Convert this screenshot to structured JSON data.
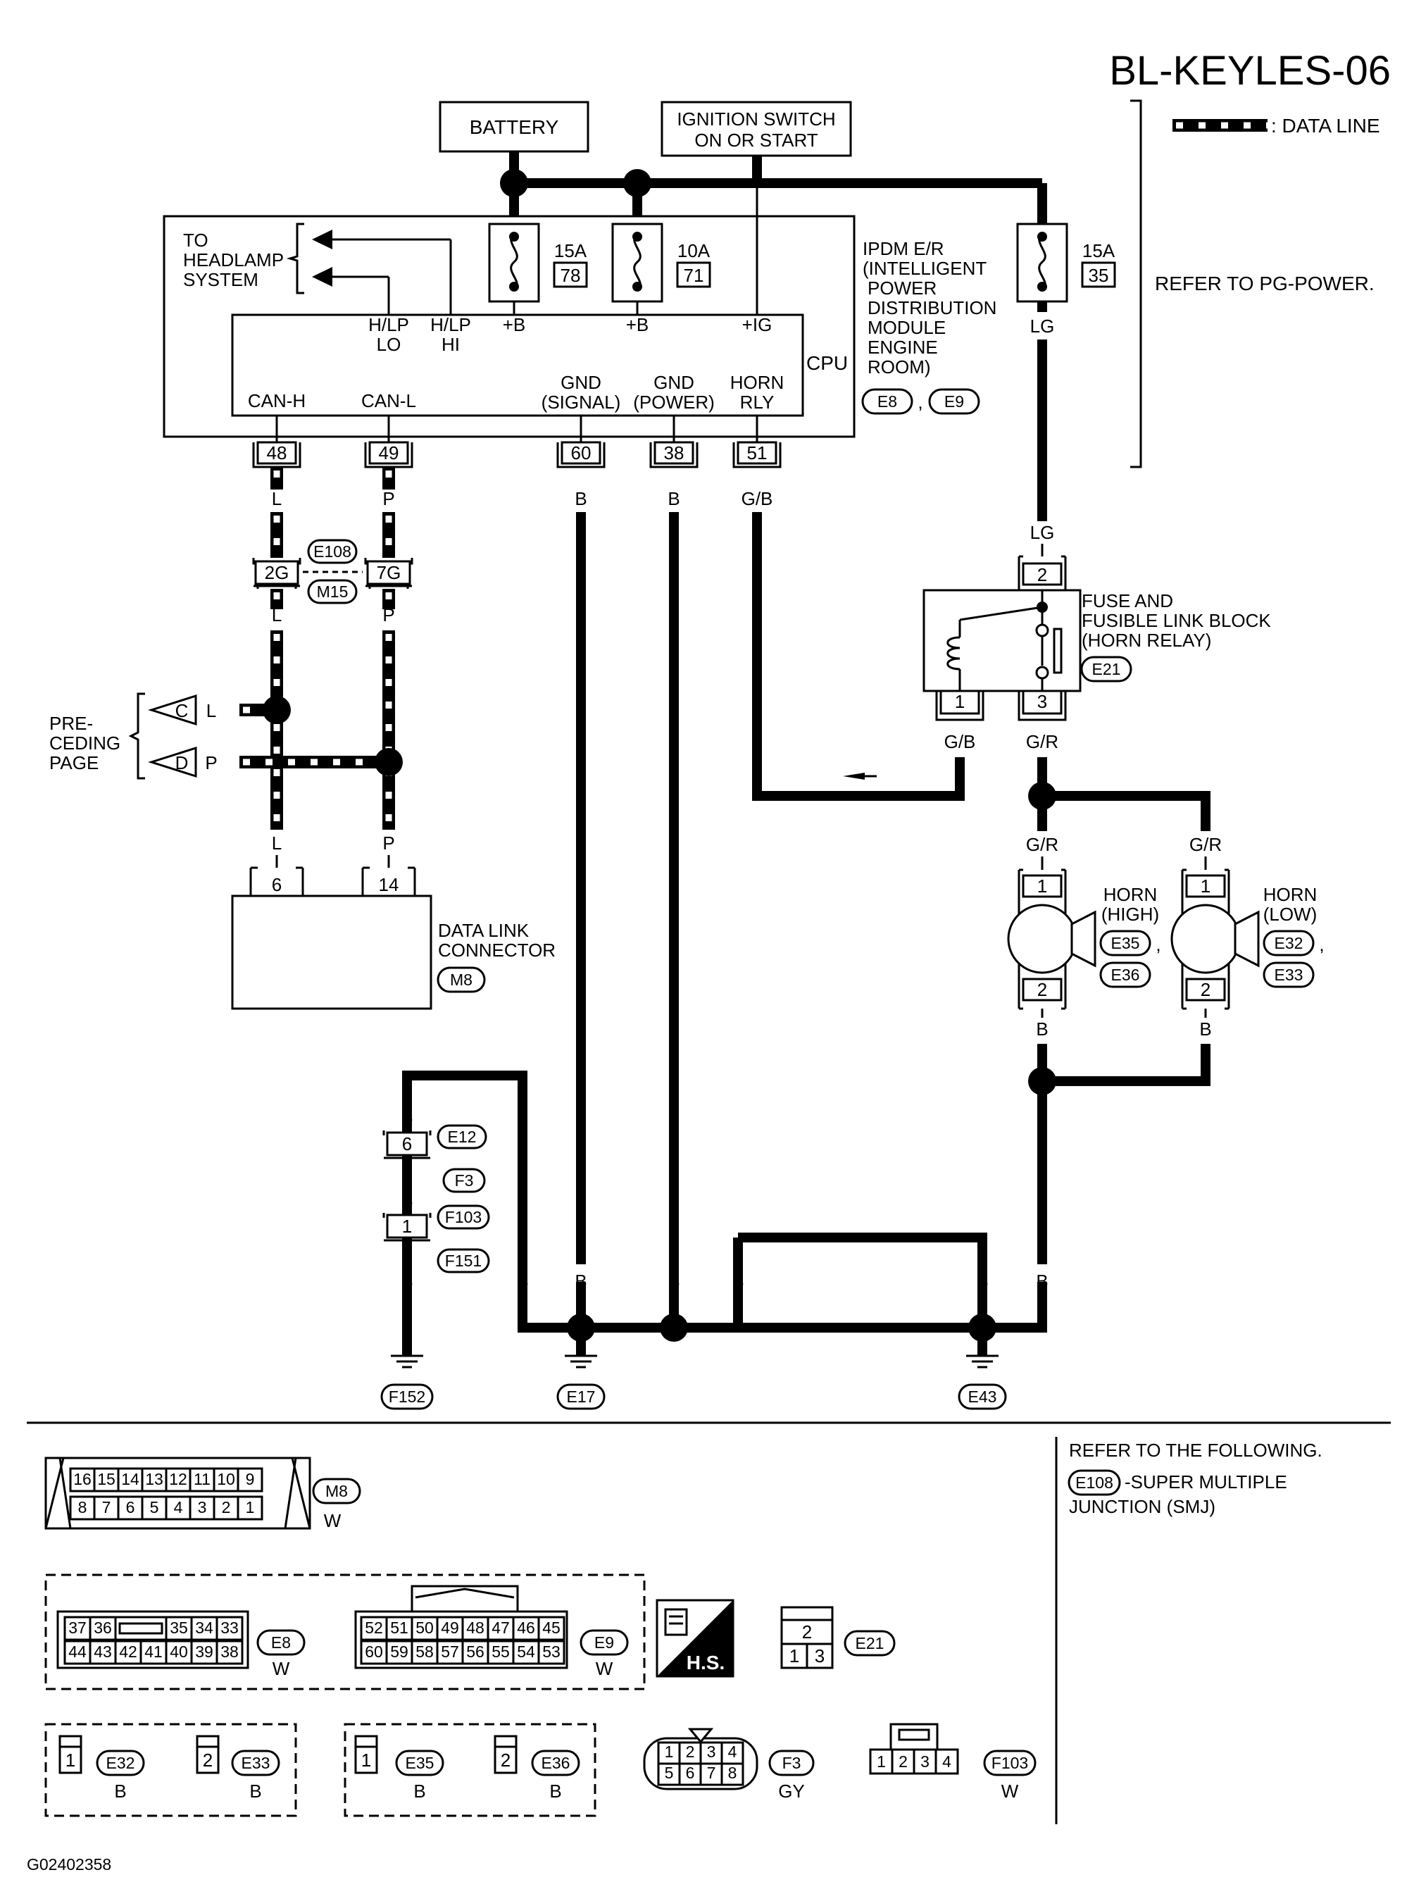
{
  "diagram_title": "BL-KEYLES-06",
  "legend": {
    "data_line": ": DATA LINE"
  },
  "refer_power": "REFER TO PG-POWER.",
  "blocks": {
    "battery": "BATTERY",
    "ignition_1": "IGNITION SWITCH",
    "ignition_2": "ON OR START",
    "headlamp_1": "TO",
    "headlamp_2": "HEADLAMP",
    "headlamp_3": "SYSTEM",
    "ipdm_1": "IPDM E/R",
    "ipdm_2": "(INTELLIGENT",
    "ipdm_3": "POWER",
    "ipdm_4": "DISTRIBUTION",
    "ipdm_5": "MODULE",
    "ipdm_6": "ENGINE",
    "ipdm_7": "ROOM)",
    "cpu": "CPU",
    "fuse_block_1": "FUSE AND",
    "fuse_block_2": "FUSIBLE LINK BLOCK",
    "fuse_block_3": "(HORN RELAY)",
    "dlc_1": "DATA LINK",
    "dlc_2": "CONNECTOR",
    "preceding_1": "PRE-",
    "preceding_2": "CEDING",
    "preceding_3": "PAGE",
    "horn_high_1": "HORN",
    "horn_high_2": "(HIGH)",
    "horn_low_1": "HORN",
    "horn_low_2": "(LOW)"
  },
  "fuses": {
    "f1_amp": "15A",
    "f1_num": "78",
    "f2_amp": "10A",
    "f2_num": "71",
    "f3_amp": "15A",
    "f3_num": "35"
  },
  "cpu_pins": {
    "hlp_lo_1": "H/LP",
    "hlp_lo_2": "LO",
    "hlp_hi_1": "H/LP",
    "hlp_hi_2": "HI",
    "b1": "+B",
    "b2": "+B",
    "ig": "+IG",
    "can_h": "CAN-H",
    "can_l": "CAN-L",
    "gnd_sig_1": "GND",
    "gnd_sig_2": "(SIGNAL)",
    "gnd_pwr_1": "GND",
    "gnd_pwr_2": "(POWER)",
    "horn_1": "HORN",
    "horn_2": "RLY"
  },
  "terminals": {
    "t48": "48",
    "t49": "49",
    "t60": "60",
    "t38": "38",
    "t51": "51",
    "t2g": "2G",
    "t7g": "7G",
    "t6": "6",
    "t14": "14",
    "relay_2": "2",
    "relay_1": "1",
    "relay_3": "3",
    "hh_1": "1",
    "hh_2": "2",
    "hl_1": "1",
    "hl_2": "2",
    "g6": "6",
    "g1": "1",
    "c_letter": "C",
    "d_letter": "D"
  },
  "wire_colors": {
    "l": "L",
    "p": "P",
    "b": "B",
    "gb": "G/B",
    "gr": "G/R",
    "lg": "LG"
  },
  "connectors": {
    "e8": "E8",
    "e9": "E9",
    "e108": "E108",
    "m15": "M15",
    "m8": "M8",
    "e21": "E21",
    "e35": "E35",
    "e36": "E36",
    "e32": "E32",
    "e33": "E33",
    "e12": "E12",
    "f3": "F3",
    "f103": "F103",
    "f151": "F151",
    "f152": "F152",
    "e17": "E17",
    "e43": "E43"
  },
  "connector_views": {
    "m8_top": [
      "16",
      "15",
      "14",
      "13",
      "12",
      "11",
      "10",
      "9"
    ],
    "m8_bottom": [
      "8",
      "7",
      "6",
      "5",
      "4",
      "3",
      "2",
      "1"
    ],
    "m8_color": "W",
    "e8_top": [
      "37",
      "36",
      "",
      "35",
      "34",
      "33"
    ],
    "e8_bottom": [
      "44",
      "43",
      "42",
      "41",
      "40",
      "39",
      "38"
    ],
    "e8_color": "W",
    "e9_top": [
      "52",
      "51",
      "50",
      "49",
      "48",
      "47",
      "46",
      "45"
    ],
    "e9_bottom": [
      "60",
      "59",
      "58",
      "57",
      "56",
      "55",
      "54",
      "53"
    ],
    "e9_color": "W",
    "hs_label": "H.S.",
    "e21_top": "2",
    "e21_bottom": [
      "1",
      "3"
    ],
    "e32_pin": "1",
    "e32_color": "B",
    "e33_pin": "2",
    "e33_color": "B",
    "e35_pin": "1",
    "e35_color": "B",
    "e36_pin": "2",
    "e36_color": "B",
    "f3_top": [
      "1",
      "2",
      "3",
      "4"
    ],
    "f3_bottom": [
      "5",
      "6",
      "7",
      "8"
    ],
    "f3_color": "GY",
    "f103_pins": [
      "1",
      "2",
      "3",
      "4"
    ],
    "f103_color": "W"
  },
  "refer_following": {
    "line1": "REFER TO THE FOLLOWING.",
    "code": "E108",
    "line2": "-SUPER MULTIPLE",
    "line3": "JUNCTION (SMJ)"
  },
  "footer_code": "G02402358"
}
